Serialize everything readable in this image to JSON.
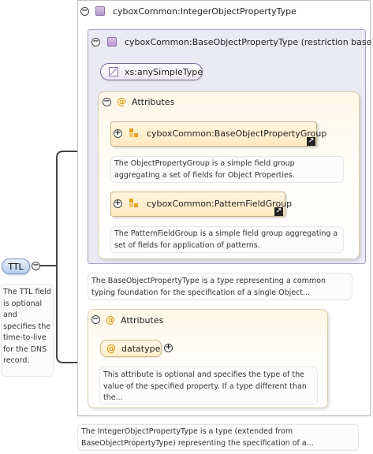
{
  "ttl": {
    "label": "TTL",
    "description": "The TTL field is optional and specifies the time-to-live for the DNS record."
  },
  "integer_type": {
    "label": "cyboxCommon:IntegerObjectPropertyType",
    "description": "The IntegerObjectPropertyType is a type (extended from BaseObjectPropertyType) representing the specification of a..."
  },
  "base_type": {
    "label": "cyboxCommon:BaseObjectPropertyType (restriction base)",
    "description": "The BaseObjectPropertyType is a type representing a common typing foundation for the specification of a single Object...",
    "simple_type": "xs:anySimpleType",
    "attributes_label": "Attributes",
    "groups": [
      {
        "label": "cyboxCommon:BaseObjectPropertyGroup",
        "description": "The ObjectPropertyGroup is a simple field group aggregating a set of fields for Object Properties."
      },
      {
        "label": "cyboxCommon:PatternFieldGroup",
        "description": "The PatternFieldGroup is a simple field group aggregating a set of fields for application of patterns."
      }
    ]
  },
  "ext_attributes": {
    "label": "Attributes",
    "datatype": {
      "label": "datatype",
      "description": "This attribute is optional and specifies the type of the value of the specified property. If a type different than the..."
    }
  },
  "icons": {
    "toggle_collapse": "−",
    "toggle_expand": "+",
    "attribute_symbol": "@",
    "link_symbol": "↗"
  }
}
